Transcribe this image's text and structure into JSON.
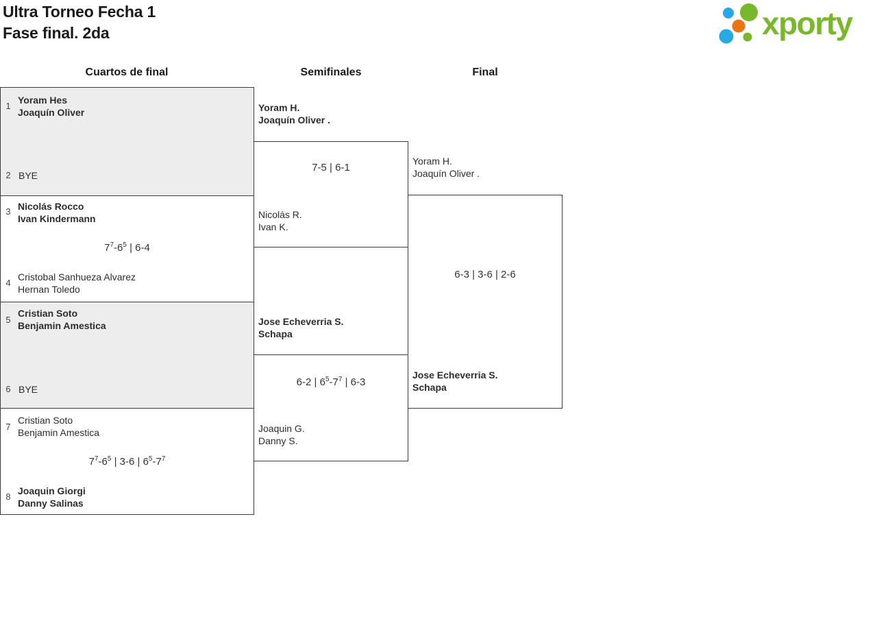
{
  "header": {
    "title_line1": "Ultra Torneo Fecha 1",
    "title_line2": "Fase final. 2da",
    "logo_text": "xporty"
  },
  "colors": {
    "logo_green": "#79b82a",
    "logo_blue": "#29a9e1",
    "logo_orange": "#e97513",
    "bracket_border": "#3c3c3c",
    "match_fill_gray": "#ededed"
  },
  "round_headers": [
    "Cuartos de final",
    "Semifinales",
    "Final"
  ],
  "quarterfinals": [
    {
      "top": {
        "seed": "1",
        "line1": "Yoram Hes",
        "line2": "Joaquín Oliver",
        "winner": true
      },
      "bottom": {
        "seed": "2",
        "line1": "BYE",
        "line2": "",
        "winner": false
      },
      "score": []
    },
    {
      "top": {
        "seed": "3",
        "line1": "Nicolás Rocco",
        "line2": "Ivan Kindermann",
        "winner": true
      },
      "bottom": {
        "seed": "4",
        "line1": "Cristobal Sanhueza Alvarez",
        "line2": "Hernan Toledo",
        "winner": false
      },
      "score": [
        {
          "t": "7",
          "sup": "7"
        },
        {
          "t": "-6",
          "sup": "5"
        },
        {
          "t": " | 6-4"
        }
      ]
    },
    {
      "top": {
        "seed": "5",
        "line1": "Cristian Soto",
        "line2": "Benjamin Amestica",
        "winner": true
      },
      "bottom": {
        "seed": "6",
        "line1": "BYE",
        "line2": "",
        "winner": false
      },
      "score": []
    },
    {
      "top": {
        "seed": "7",
        "line1": "Cristian Soto",
        "line2": "Benjamin Amestica",
        "winner": false
      },
      "bottom": {
        "seed": "8",
        "line1": "Joaquin Giorgi",
        "line2": "Danny Salinas",
        "winner": true
      },
      "score": [
        {
          "t": "7",
          "sup": "7"
        },
        {
          "t": "-6",
          "sup": "5"
        },
        {
          "t": " | 3-6 | 6",
          "sup": "5"
        },
        {
          "t": "-7",
          "sup": "7"
        }
      ]
    }
  ],
  "semifinals": [
    {
      "top": {
        "line1": "Yoram H.",
        "line2": "Joaquín Oliver .",
        "winner": true
      },
      "bottom": {
        "line1": "Nicolás R.",
        "line2": "Ivan K.",
        "winner": false
      },
      "score": [
        {
          "t": "7-5 | 6-1"
        }
      ]
    },
    {
      "top": {
        "line1": "Jose Echeverria S.",
        "line2": "Schapa",
        "winner": true
      },
      "bottom": {
        "line1": "Joaquin G.",
        "line2": "Danny S.",
        "winner": false
      },
      "score": [
        {
          "t": "6-2 | 6",
          "sup": "5"
        },
        {
          "t": "-7",
          "sup": "7"
        },
        {
          "t": " | 6-3"
        }
      ]
    }
  ],
  "final": {
    "top": {
      "line1": "Yoram H.",
      "line2": "Joaquín Oliver .",
      "winner": false
    },
    "bottom": {
      "line1": "Jose Echeverria S.",
      "line2": "Schapa",
      "winner": true
    },
    "score": [
      {
        "t": "6-3 | 3-6 | 2-6"
      }
    ]
  }
}
